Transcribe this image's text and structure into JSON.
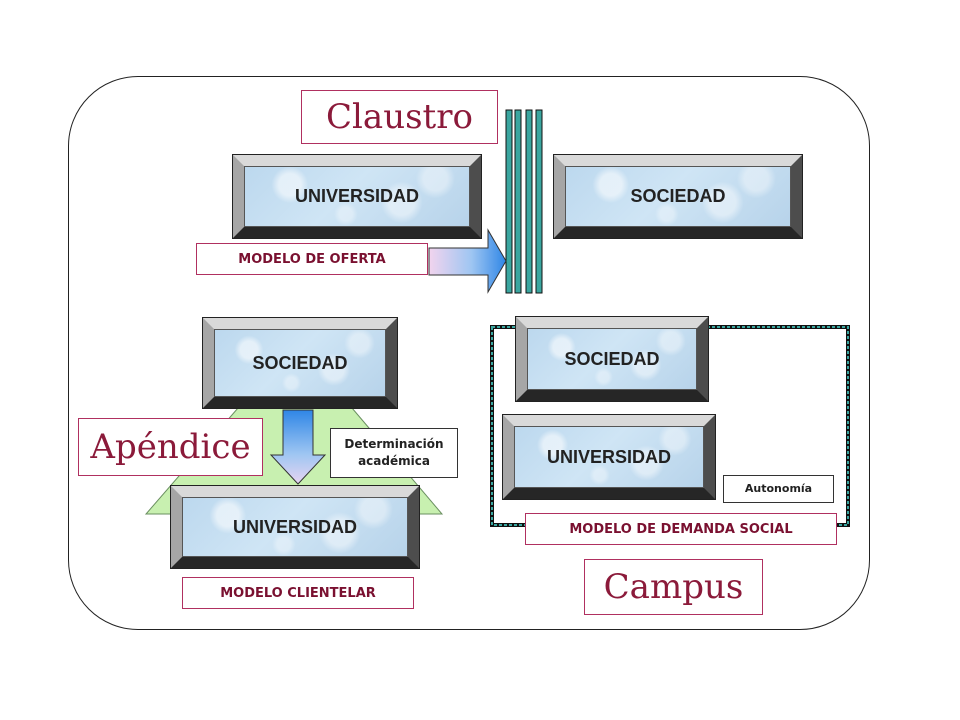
{
  "title_labels": {
    "claustro": "Claustro",
    "apendice": "Apéndice",
    "campus": "Campus"
  },
  "modelo_oferta": {
    "universidad": "UNIVERSIDAD",
    "sociedad": "SOCIEDAD",
    "label": "MODELO DE OFERTA"
  },
  "modelo_clientelar": {
    "sociedad": "SOCIEDAD",
    "universidad": "UNIVERSIDAD",
    "label": "MODELO CLIENTELAR",
    "note": "Determinación académica"
  },
  "modelo_demanda": {
    "sociedad": "SOCIEDAD",
    "universidad": "UNIVERSIDAD",
    "label": "MODELO DE DEMANDA SOCIAL",
    "note": "Autonomía"
  },
  "colors": {
    "label_border": "#b03060",
    "label_text": "#7a1030",
    "title_text": "#8b1a3a",
    "box_fill": "#c4dff2",
    "triangle_fill": "#c8f0b0",
    "wall_teal": "#3aa6a0",
    "arrow_blue": "#3f8fe0"
  }
}
